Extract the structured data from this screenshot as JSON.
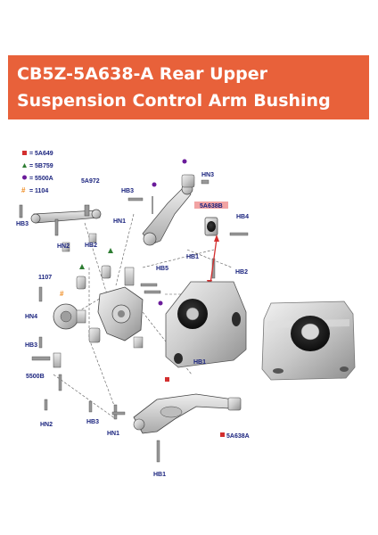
{
  "title": {
    "line1": "CB5Z-5A638-A Rear Upper",
    "line2": "Suspension Control Arm Bushing"
  },
  "colors": {
    "banner": "#e8613a",
    "label_text": "#1a237e",
    "marker_red": "#d32f2f",
    "marker_green": "#2e7d32",
    "marker_purple": "#6a1b9a",
    "marker_orange": "#ef8a1e",
    "callout_arrow": "#d32f2f"
  },
  "legend": [
    {
      "symbol": "square",
      "color": "#d32f2f",
      "text": "= 5A649"
    },
    {
      "symbol": "triangle",
      "color": "#2e7d32",
      "text": "= 5B759"
    },
    {
      "symbol": "dot",
      "color": "#6a1b9a",
      "text": "= 5500A"
    },
    {
      "symbol": "hash",
      "color": "#ef8a1e",
      "text": "= 1104"
    }
  ],
  "labels": {
    "hn3": "HN3",
    "a5a972": "5A972",
    "hb3_top": "HB3",
    "a5a638b": "5A638B",
    "hb4": "HB4",
    "hn1_top": "HN1",
    "hb3_left": "HB3",
    "hn2_left": "HN2",
    "hb2_left": "HB2",
    "hb1_mid": "HB1",
    "hb2_right": "HB2",
    "hb5": "HB5",
    "n1107": "1107",
    "hn4": "HN4",
    "hb3_low": "HB3",
    "a5500b": "5500B",
    "hb1_low": "HB1",
    "hn2_low": "HN2",
    "hb3_bottom": "HB3",
    "hn1_bottom": "HN1",
    "a5a638a": "5A638A",
    "hb1_bottom": "HB1"
  },
  "icons": [
    "bushing-photo",
    "exploded-suspension-diagram"
  ]
}
